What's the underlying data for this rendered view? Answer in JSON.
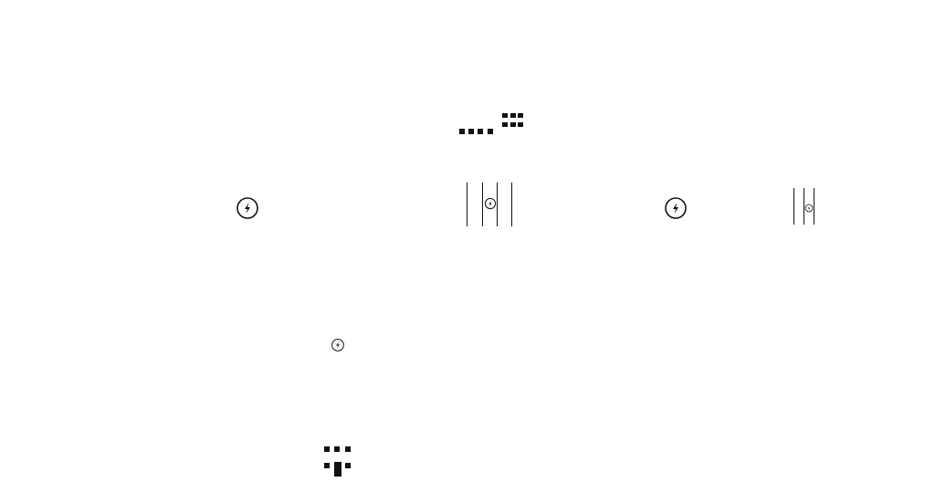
{
  "screen": {
    "background": "#ffffff",
    "foreground": "#111111"
  },
  "icons": [
    {
      "name": "dots-grid-icon",
      "semantic": "loading-dots-grid"
    },
    {
      "name": "lightning-bolt-icon-large-left",
      "semantic": "lightning-bolt-circle"
    },
    {
      "name": "lightning-bolt-icon-with-lines",
      "semantic": "lightning-bolt-circle"
    },
    {
      "name": "lightning-bolt-icon-large-right",
      "semantic": "lightning-bolt-circle"
    },
    {
      "name": "lightning-bolt-icon-small-with-lines",
      "semantic": "lightning-bolt-circle"
    },
    {
      "name": "lightning-bolt-icon-small",
      "semantic": "lightning-bolt-circle"
    },
    {
      "name": "pixel-figure-icon",
      "semantic": "pixel-pattern"
    }
  ]
}
